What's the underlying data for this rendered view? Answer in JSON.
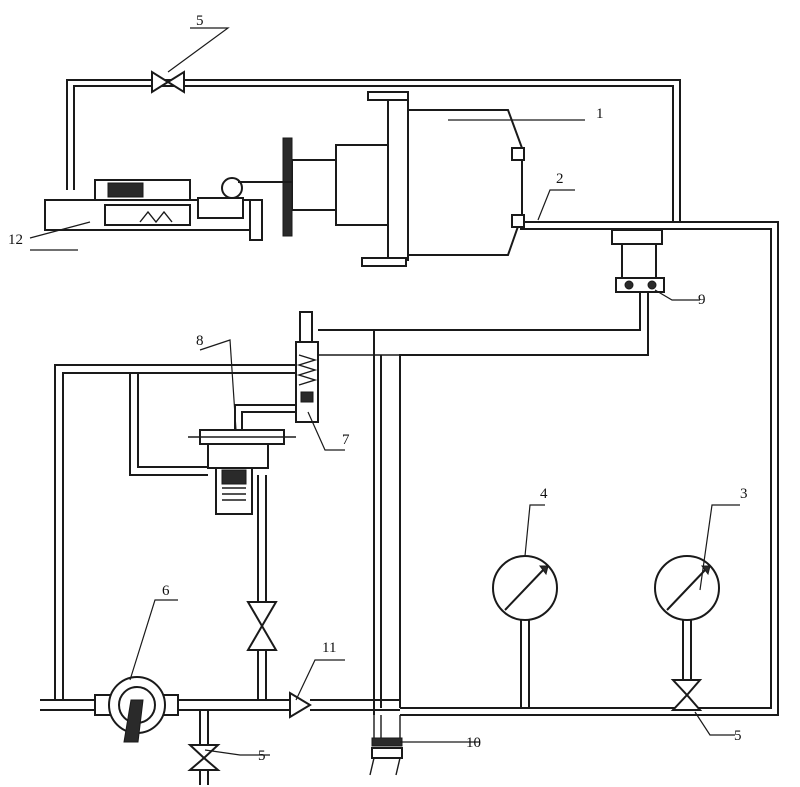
{
  "labels": {
    "tank": "1",
    "outlet_port": "2",
    "gauge_right": "3",
    "gauge_left": "4",
    "valve_top": "5",
    "valve_bottom_left": "5",
    "valve_bottom_right": "5",
    "pump": "6",
    "relief_valve": "7",
    "diaphragm_unit": "8",
    "pressure_switch": "9",
    "drain": "10",
    "check_valve": "11",
    "actuator": "12"
  },
  "colors": {
    "line": "#1a1a1a",
    "background": "#ffffff"
  }
}
